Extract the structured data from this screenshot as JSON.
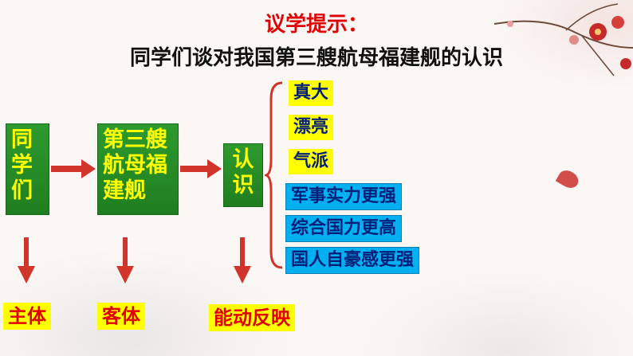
{
  "title_line1": "议学提示：",
  "title_line2": "同学们谈对我国第三艘航母福建舰的认识",
  "boxes": {
    "subject": "同\n学\n们",
    "object": "第三艘\n航母福\n建舰",
    "cognition": "认\n识"
  },
  "items_yellow": [
    "真大",
    "漂亮",
    "气派"
  ],
  "items_cyan": [
    "军事实力更强",
    "综合国力更高",
    "国人自豪感更强"
  ],
  "labels": {
    "subject": "主体",
    "object": "客体",
    "reflection": "能动反映"
  },
  "colors": {
    "title_red": "#e00000",
    "box_green": "#2e9a2e",
    "highlight_yellow": "#ffff00",
    "highlight_cyan": "#00b0f0",
    "arrow_red": "#d0342a"
  }
}
